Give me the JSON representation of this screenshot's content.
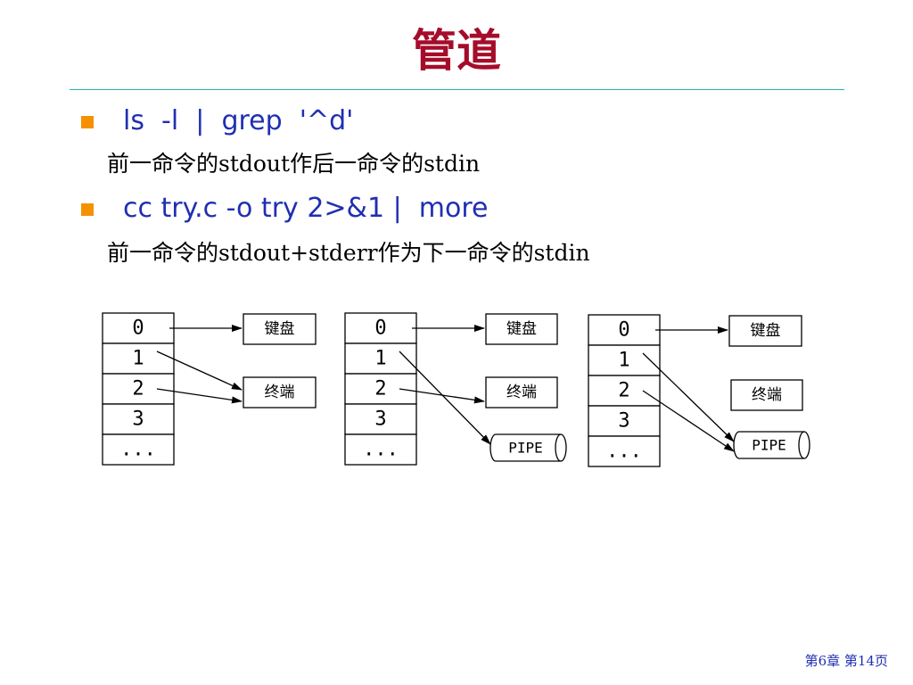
{
  "title": "管道",
  "items": [
    {
      "command": "ls  -l  |  grep  '^d'",
      "description": "前一命令的stdout作后一命令的stdin"
    },
    {
      "command": "cc try.c -o try 2>&1 |  more",
      "description": "前一命令的stdout+stderr作为下一命令的stdin"
    }
  ],
  "diagram": {
    "fd_labels": [
      "0",
      "1",
      "2",
      "3",
      "..."
    ],
    "keyboard_label": "键盘",
    "terminal_label": "终端",
    "pipe_label": "PIPE"
  },
  "footer": "第6章  第14页",
  "colors": {
    "title": "#a50c2a",
    "accent_rule": "#2bb3a4",
    "bullet": "#f59100",
    "command_text": "#1f2fb2"
  }
}
